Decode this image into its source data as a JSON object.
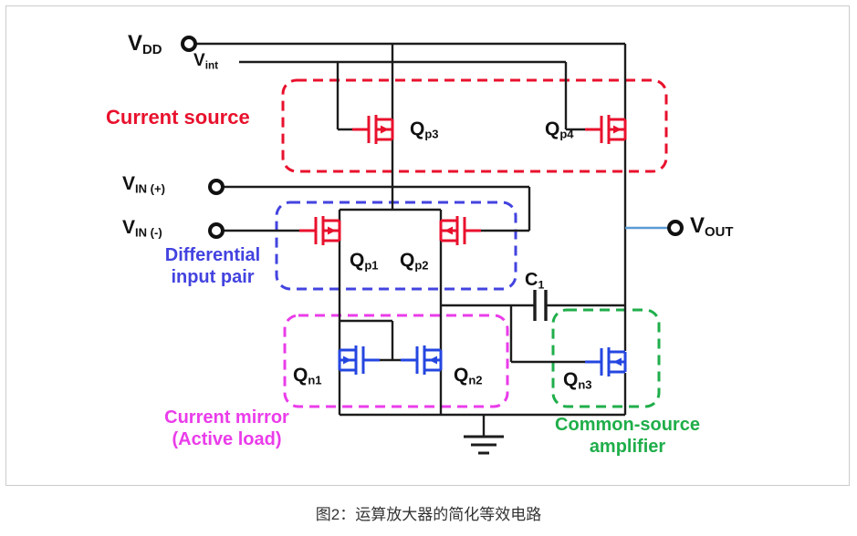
{
  "figure": {
    "caption": "图2：运算放大器的简化等效电路"
  },
  "terminals": {
    "vdd": {
      "main": "V",
      "sub": "DD"
    },
    "vint": {
      "main": "V",
      "sub": "int"
    },
    "vin_plus": {
      "main": "V",
      "sub": "IN (+)"
    },
    "vin_minus": {
      "main": "V",
      "sub": "IN (-)"
    },
    "vout": {
      "main": "V",
      "sub": "OUT"
    }
  },
  "transistors": {
    "qp1": {
      "main": "Q",
      "sub": "p1"
    },
    "qp2": {
      "main": "Q",
      "sub": "p2"
    },
    "qp3": {
      "main": "Q",
      "sub": "p3"
    },
    "qp4": {
      "main": "Q",
      "sub": "p4"
    },
    "qn1": {
      "main": "Q",
      "sub": "n1"
    },
    "qn2": {
      "main": "Q",
      "sub": "n2"
    },
    "qn3": {
      "main": "Q",
      "sub": "n3"
    }
  },
  "capacitor": {
    "main": "C",
    "sub": "1"
  },
  "groups": {
    "current_source": {
      "label": "Current source"
    },
    "diff_pair": {
      "line1": "Differential",
      "line2": "input pair"
    },
    "current_mirror": {
      "line1": "Current mirror",
      "line2": "(Active load)"
    },
    "cs_amp": {
      "line1": "Common-source",
      "line2": "amplifier"
    }
  },
  "colors": {
    "pmos": "#e8112d",
    "nmos": "#2446e0",
    "wire": "#1c1c1c",
    "vout_wire": "#5b9bd5",
    "current_source_box": "#e8112d",
    "diff_pair_box": "#4343e0",
    "current_mirror_box": "#ea3cea",
    "cs_amp_box": "#1fae4a"
  }
}
